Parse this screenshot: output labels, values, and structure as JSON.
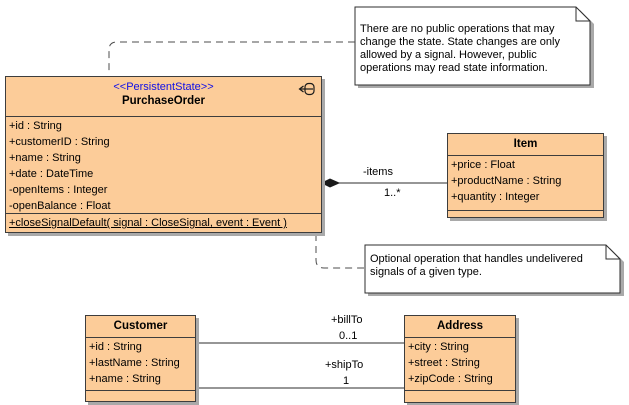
{
  "classes": [
    {
      "stereotype": "<<PersistentState>>",
      "name": "PurchaseOrder",
      "attributes": [
        "+id : String",
        "+customerID : String",
        "+name : String",
        "+date : DateTime",
        "-openItems : Integer",
        "-openBalance : Float"
      ],
      "operations": [
        "+closeSignalDefault( signal : CloseSignal, event : Event )"
      ]
    },
    {
      "name": "Item",
      "attributes": [
        "+price : Float",
        "+productName : String",
        "+quantity : Integer"
      ]
    },
    {
      "name": "Customer",
      "attributes": [
        "+id : String",
        "+lastName : String",
        "+name : String"
      ]
    },
    {
      "name": "Address",
      "attributes": [
        "+city : String",
        "+street : String",
        "+zipCode : String"
      ]
    }
  ],
  "notes": [
    {
      "text": "There are no public operations that may change the state. State changes are only allowed by a signal. However, public operations may read state information."
    },
    {
      "text": "Optional operation that handles undelivered signals of a given type."
    }
  ],
  "associations": {
    "items": {
      "role": "-items",
      "multiplicity": "1..*"
    },
    "billTo": {
      "role": "+billTo",
      "multiplicity": "0..1"
    },
    "shipTo": {
      "role": "+shipTo",
      "multiplicity": "1"
    }
  },
  "colors": {
    "class_fill": "#FCCC99",
    "class_border": "#3d3d3d",
    "stereotype_text": "#0f0fe8",
    "note_fill": "#FFFFFF",
    "shadow": "#A9A9A9",
    "line": "#2e2e2e"
  }
}
